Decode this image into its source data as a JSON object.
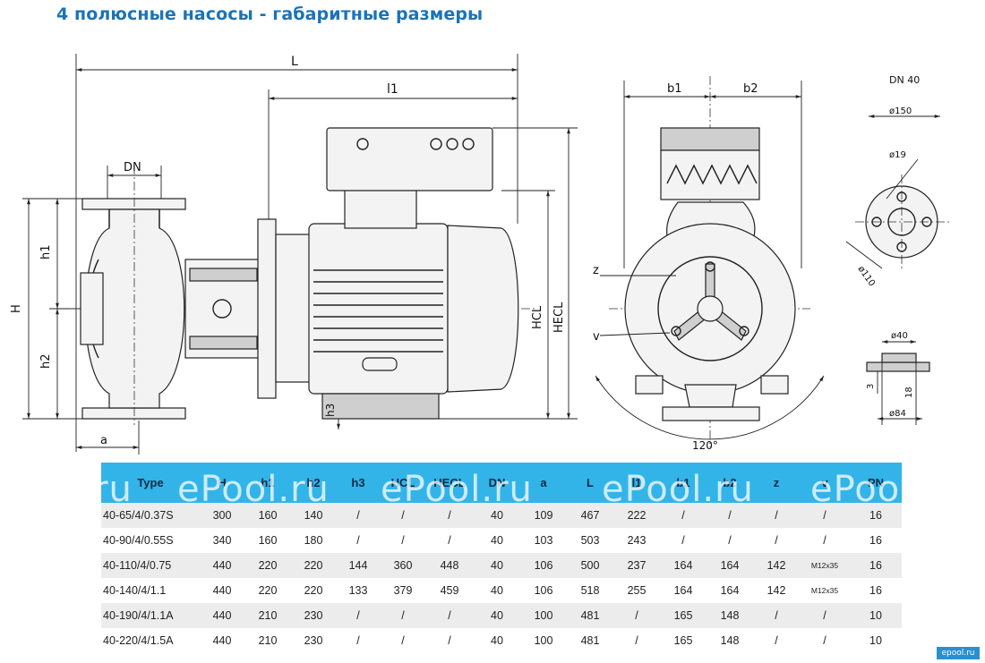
{
  "title": "4 полюсные насосы - габаритные размеры",
  "drawing_labels": {
    "L": "L",
    "l1": "l1",
    "DN": "DN",
    "h1": "h1",
    "h2": "h2",
    "H": "H",
    "h3": "h3",
    "a": "a",
    "HCL": "HCL",
    "HECL": "HECL",
    "b1": "b1",
    "b2": "b2",
    "z": "z",
    "v": "v",
    "angle": "120°",
    "dn40": "DN 40",
    "d150": "ø150",
    "d19": "ø19",
    "d110": "ø110",
    "d40": "ø40",
    "d84": "ø84",
    "dim3": "3",
    "dim18": "18"
  },
  "table": {
    "headers": [
      "Type",
      "H",
      "h1",
      "h2",
      "h3",
      "HCL",
      "HECL",
      "DN",
      "a",
      "L",
      "l1",
      "b1",
      "b2",
      "z",
      "v",
      "PN"
    ],
    "rows": [
      [
        "40-65/4/0.37S",
        "300",
        "160",
        "140",
        "/",
        "/",
        "/",
        "40",
        "109",
        "467",
        "222",
        "/",
        "/",
        "/",
        "/",
        "16"
      ],
      [
        "40-90/4/0.55S",
        "340",
        "160",
        "180",
        "/",
        "/",
        "/",
        "40",
        "103",
        "503",
        "243",
        "/",
        "/",
        "/",
        "/",
        "16"
      ],
      [
        "40-110/4/0.75",
        "440",
        "220",
        "220",
        "144",
        "360",
        "448",
        "40",
        "106",
        "500",
        "237",
        "164",
        "164",
        "142",
        "M12x35",
        "16"
      ],
      [
        "40-140/4/1.1",
        "440",
        "220",
        "220",
        "133",
        "379",
        "459",
        "40",
        "106",
        "518",
        "255",
        "164",
        "164",
        "142",
        "M12x35",
        "16"
      ],
      [
        "40-190/4/1.1A",
        "440",
        "210",
        "230",
        "/",
        "/",
        "/",
        "40",
        "100",
        "481",
        "/",
        "165",
        "148",
        "/",
        "/",
        "10"
      ],
      [
        "40-220/4/1.5A",
        "440",
        "210",
        "230",
        "/",
        "/",
        "/",
        "40",
        "100",
        "481",
        "/",
        "165",
        "148",
        "/",
        "/",
        "10"
      ]
    ]
  },
  "watermark": "ePool.ru",
  "corner_logo": "epool.ru"
}
